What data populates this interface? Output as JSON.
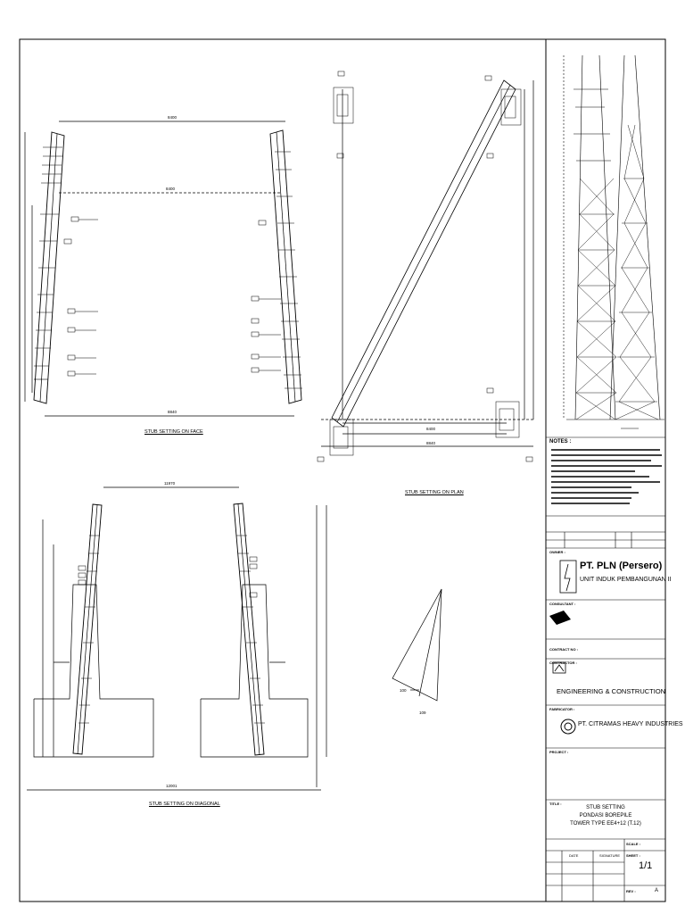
{
  "views": {
    "face": "STUB SETTING ON FACE",
    "plan": "STUB SETTING ON PLAN",
    "diagonal": "STUB SETTING ON DIAGONAL"
  },
  "dimensions": {
    "face_top": "8400",
    "face_mid": "8400",
    "face_bottom": "8840",
    "diag_top": "11970",
    "diag_bottom": "12001",
    "plan_top": "8400",
    "plan_bottom": "8840",
    "wedge_side": "100",
    "wedge_bottom": "109"
  },
  "notes": {
    "heading": "NOTES :"
  },
  "titleblock": {
    "owner_label": "OWNER :",
    "owner_name": "PT. PLN (Persero)",
    "owner_unit": "UNIT INDUK PEMBANGUNAN II",
    "consultant_label": "CONSULTANT :",
    "contract_label": "CONTRACT NO :",
    "contractor_label": "CONTRACTOR :",
    "contractor_name": "ENGINEERING & CONSTRUCTION",
    "fabricator_label": "FABRICATOR :",
    "fabricator_name": "PT. CITRAMAS HEAVY INDUSTRIES",
    "project_label": "PROJECT :",
    "title_label": "TITLE :",
    "title_line1": "STUB SETTING",
    "title_line2": "PONDASI BOREPILE",
    "title_line3": "TOWER TYPE EE4+12 (T.12)",
    "scale_label": "SCALE :",
    "sheet_label": "SHEET :",
    "sheet_value": "1/1",
    "date_label": "DATE",
    "signature_label": "SIGNATURE",
    "rev_label": "REV :",
    "rev_value": "A"
  },
  "colors": {
    "line": "#000000",
    "background": "#ffffff"
  }
}
